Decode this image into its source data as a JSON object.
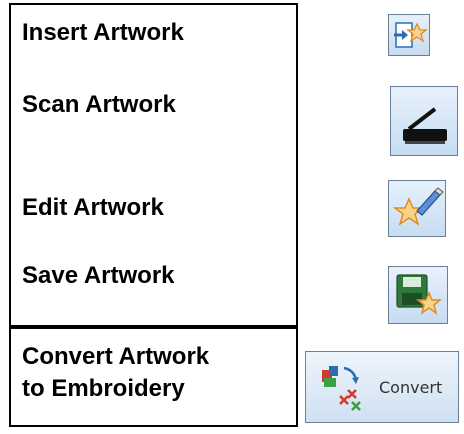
{
  "panel": {
    "items": [
      {
        "label": "Insert Artwork",
        "icon": "insert-artwork-icon"
      },
      {
        "label": "Scan Artwork",
        "icon": "scan-artwork-icon"
      },
      {
        "label": "Edit Artwork",
        "icon": "edit-artwork-icon"
      },
      {
        "label": "Save Artwork",
        "icon": "save-artwork-icon"
      }
    ],
    "convert": {
      "label_line1": "Convert Artwork",
      "label_line2": "to Embroidery",
      "button_label": "Convert",
      "icon": "convert-icon"
    }
  },
  "colors": {
    "border": "#000000",
    "button_bg": "#d7e6f5",
    "accent_orange": "#f0a030",
    "accent_blue": "#2a6db5",
    "accent_green": "#3aa043",
    "accent_red": "#d23a2a"
  }
}
